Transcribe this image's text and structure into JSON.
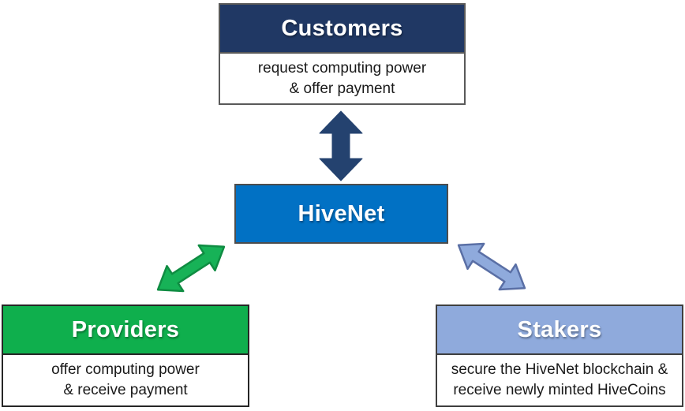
{
  "diagram": {
    "background_color": "#ffffff",
    "nodes": {
      "customers": {
        "title": "Customers",
        "desc_line1": "request computing power",
        "desc_line2": "& offer payment",
        "header_color": "#203864",
        "border_color": "#595959"
      },
      "hivenet": {
        "title": "HiveNet",
        "fill_color": "#0171C4",
        "border_color": "#4D4D4D"
      },
      "providers": {
        "title": "Providers",
        "desc_line1": "offer computing power",
        "desc_line2": "& receive payment",
        "header_color": "#0FAF4D",
        "border_color": "#262626"
      },
      "stakers": {
        "title": "Stakers",
        "desc_line1": "secure the HiveNet blockchain &",
        "desc_line2": "receive newly minted HiveCoins",
        "header_color": "#8FAADC",
        "border_color": "#3F3F3F"
      }
    },
    "arrows": {
      "customers_hivenet": {
        "direction": "vertical-double",
        "fill": "#24426F",
        "stroke": "#24426F"
      },
      "providers_hivenet": {
        "direction": "diagonal-double",
        "fill": "#17B257",
        "stroke": "#0F8C42"
      },
      "stakers_hivenet": {
        "direction": "diagonal-double",
        "fill": "#8FAADC",
        "stroke": "#5A6FA5"
      }
    }
  }
}
